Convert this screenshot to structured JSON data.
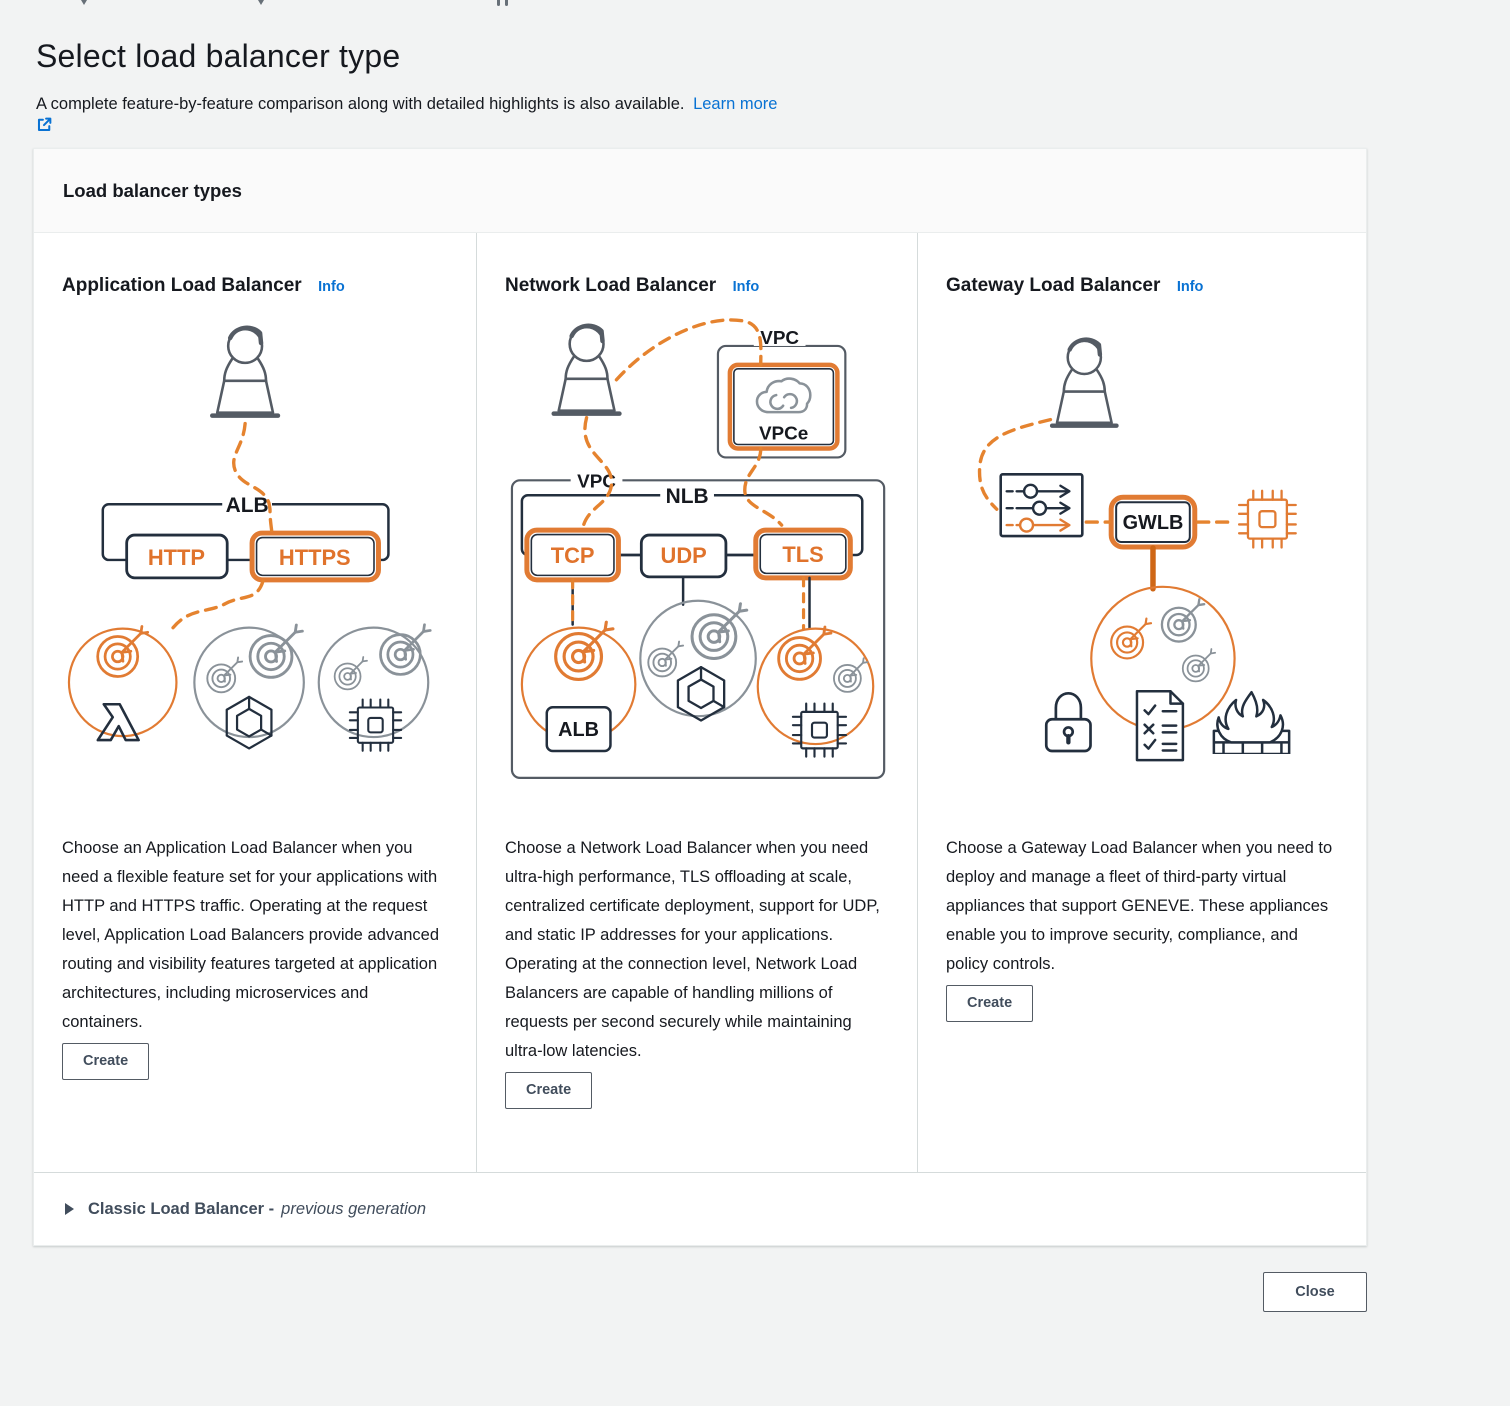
{
  "page": {
    "title": "Select load balancer type",
    "subtitle": "A complete feature-by-feature comparison along with detailed highlights is also available.",
    "learn_more": "Learn more",
    "close_label": "Close"
  },
  "panel": {
    "header": "Load balancer types",
    "cards": [
      {
        "title": "Application Load Balancer",
        "info": "Info",
        "description": "Choose an Application Load Balancer when you need a flexible feature set for your applications with HTTP and HTTPS traffic. Operating at the request level, Application Load Balancers provide advanced routing and visibility features targeted at application architectures, including microservices and containers.",
        "create_label": "Create",
        "diagram": {
          "lb": "ALB",
          "http": "HTTP",
          "https": "HTTPS",
          "icons": [
            "user-at-laptop",
            "target-group",
            "lambda",
            "container",
            "instance"
          ]
        }
      },
      {
        "title": "Network Load Balancer",
        "info": "Info",
        "description": "Choose a Network Load Balancer when you need ultra-high performance, TLS offloading at scale, centralized certificate deployment, support for UDP, and static IP addresses for your applications. Operating at the connection level, Network Load Balancers are capable of handling millions of requests per second securely while maintaining ultra-low latencies.",
        "create_label": "Create",
        "diagram": {
          "vpc_top": "VPC",
          "vpce": "VPCe",
          "vpc": "VPC",
          "lb": "NLB",
          "tcp": "TCP",
          "udp": "UDP",
          "tls": "TLS",
          "alb_target": "ALB",
          "icons": [
            "user-at-laptop",
            "vpc-endpoint-cloud",
            "target-group",
            "container",
            "instance"
          ]
        }
      },
      {
        "title": "Gateway Load Balancer",
        "info": "Info",
        "description": "Choose a Gateway Load Balancer when you need to deploy and manage a fleet of third-party virtual appliances that support GENEVE. These appliances enable you to improve security, compliance, and policy controls.",
        "create_label": "Create",
        "diagram": {
          "lb": "GWLB",
          "icons": [
            "user-at-laptop",
            "traffic-rules",
            "appliance-chip",
            "target-group",
            "lock",
            "policy-checklist",
            "firewall"
          ]
        }
      }
    ],
    "classic": {
      "label": "Classic Load Balancer -",
      "suffix": "previous generation"
    }
  },
  "colors": {
    "accent_orange": "#e17b33",
    "link_blue": "#0972d3",
    "text_dark": "#16191f",
    "muted_text": "#414d5c",
    "divider": "#d5dbdb",
    "page_bg": "#f2f3f3",
    "panel_header_bg": "#fafafa"
  }
}
